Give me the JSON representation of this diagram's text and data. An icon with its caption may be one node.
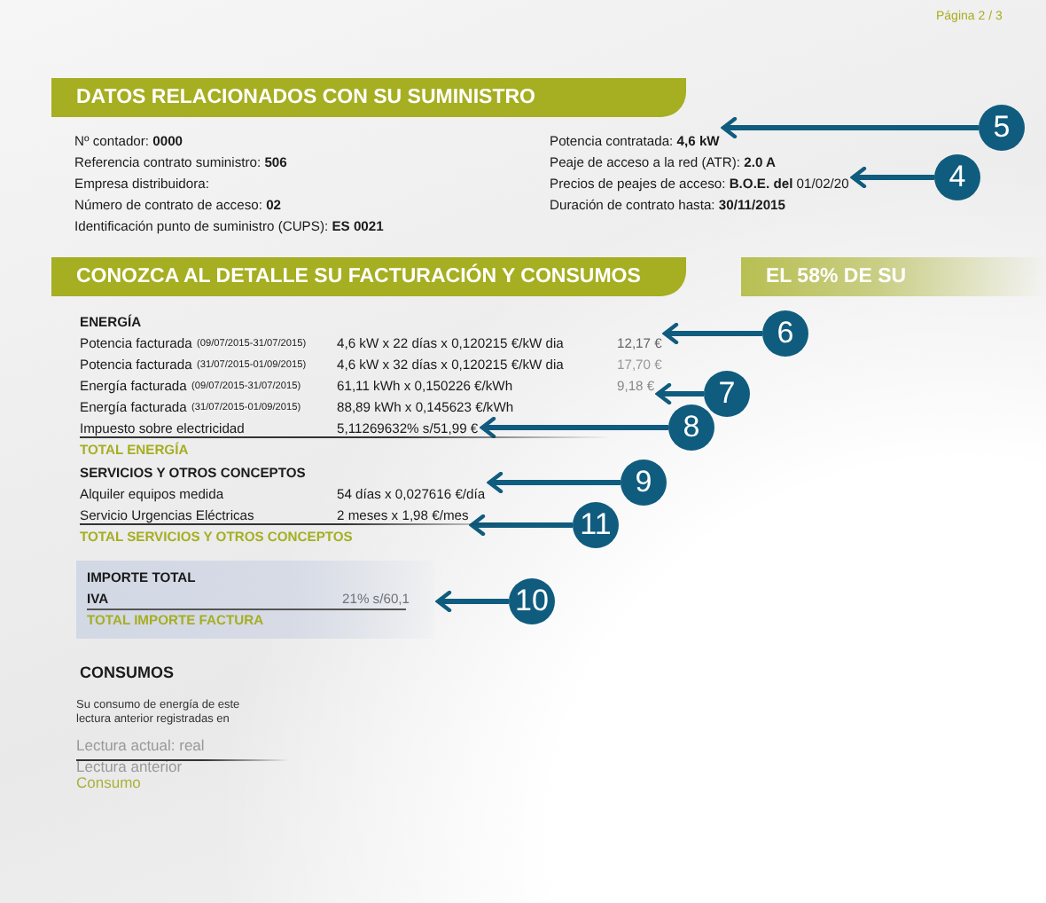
{
  "diagram": {
    "nodes": [
      {
        "text": [
          "DATOS RELACIONADOS CON SU SUMINISTRO"
        ]
      },
      {
        "text": [
          "CONOZCA AL DETALLE SU FACTURACIÓN Y CONSUMOS"
        ]
      },
      {
        "text": [
          "EL 58% DE SU"
        ]
      },
      {
        "text": [
          "IMPORTE TOTAL",
          "IVA",
          "21% s/60,1",
          "TOTAL IMPORTE FACTURA"
        ]
      },
      {
        "text": [
          "5"
        ]
      },
      {
        "text": [
          "4"
        ]
      },
      {
        "text": [
          "6"
        ]
      },
      {
        "text": [
          "7"
        ]
      },
      {
        "text": [
          "8"
        ]
      },
      {
        "text": [
          "9"
        ]
      },
      {
        "text": [
          "11"
        ]
      },
      {
        "text": [
          "10"
        ]
      },
      {
        "text": [
          "Precios de peajes de acceso: **B.O.E. del** 01/02/20"
        ]
      },
      {
        "text": [
          "12,17 €"
        ]
      },
      {
        "text": [
          "9,18 €"
        ]
      },
      {
        "text": [
          "54 días  x  0,027616 €/día"
        ]
      },
      {
        "text": [
          "2 meses  x  1,98 €/mes"
        ]
      },
      {
        "text": [
          "Potencia contratada: **4,6 kW**"
        ]
      },
      {
        "text": [
          "5,11269632% s/51,99 €"
        ]
      }
    ],
    "edges": [
      {
        "from": 4,
        "to": 17,
        "arrow": "to"
      },
      {
        "from": 5,
        "to": 12,
        "arrow": "to"
      },
      {
        "from": 6,
        "to": 13,
        "arrow": "to"
      },
      {
        "from": 7,
        "to": 14,
        "arrow": "to"
      },
      {
        "from": 8,
        "to": 18,
        "arrow": "to"
      },
      {
        "from": 9,
        "to": 15,
        "arrow": "to"
      },
      {
        "from": 10,
        "to": 16,
        "arrow": "to"
      },
      {
        "from": 11,
        "to": 3,
        "arrow": "to"
      }
    ],
    "labels": [
      "Página 2 / 3",
      "Nº contador: **0000**",
      "Referencia contrato suministro: **506**",
      "Empresa distribuidora:",
      "Número de contrato de acceso: **02**",
      "Identificación punto de suministro (CUPS): **ES 0021**",
      "Peaje de acceso a la red (ATR): **2.0 A**",
      "Duración de contrato hasta: **30/11/2015**",
      "ENERGÍA",
      "Potencia facturada",
      "(09/07/2015-31/07/2015)",
      "4,6 kW  x  22 días  x  0,120215 €/kW dia",
      "Potencia facturada",
      "(31/07/2015-01/09/2015)",
      "4,6 kW  x  32 días  x  0,120215 €/kW dia",
      "17,70 €",
      "Energía facturada",
      "(09/07/2015-31/07/2015)",
      "61,11 kWh  x  0,150226 €/kWh",
      "Energía facturada",
      "(31/07/2015-01/09/2015)",
      "88,89 kWh  x  0,145623 €/kWh",
      "Impuesto sobre electricidad",
      "TOTAL ENERGÍA",
      "SERVICIOS Y OTROS CONCEPTOS",
      "Alquiler equipos medida",
      "Servicio Urgencias Eléctricas",
      "TOTAL SERVICIOS Y OTROS CONCEPTOS",
      "CONSUMOS",
      "Su consumo de energía de este",
      "lectura anterior registradas en",
      "Lectura actual: real",
      "Lectura anterior",
      "Consumo"
    ]
  }
}
